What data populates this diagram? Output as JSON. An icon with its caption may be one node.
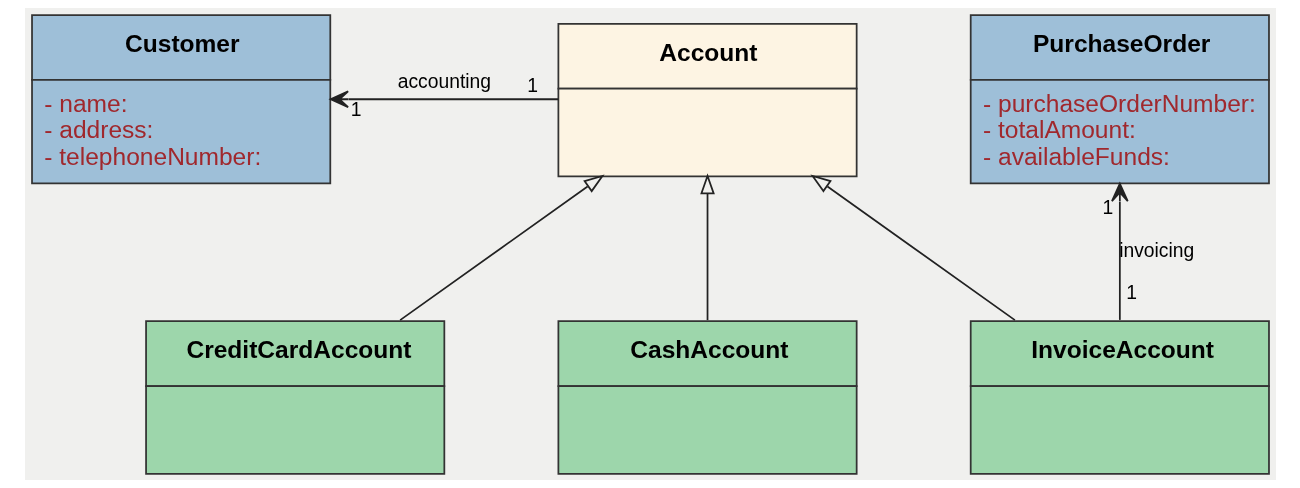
{
  "diagram": {
    "nodes": [
      {
        "text": [
          "Customer",
          "- name:",
          "- address:",
          "- telephoneNumber:"
        ]
      },
      {
        "text": [
          "Account"
        ]
      },
      {
        "text": [
          "PurchaseOrder",
          "- purchaseOrderNumber:",
          "- totalAmount:",
          "- availableFunds:"
        ]
      },
      {
        "text": [
          "CreditCardAccount"
        ]
      },
      {
        "text": [
          "CashAccount"
        ]
      },
      {
        "text": [
          "InvoiceAccount"
        ]
      }
    ],
    "edges": [
      {
        "from": 1,
        "to": 0,
        "arrow": "to",
        "label": "accounting"
      },
      {
        "from": 3,
        "to": 1,
        "arrow": "to"
      },
      {
        "from": 4,
        "to": 1,
        "arrow": "to"
      },
      {
        "from": 5,
        "to": 1,
        "arrow": "to"
      },
      {
        "from": 5,
        "to": 2,
        "arrow": "to",
        "label": "invoicing"
      }
    ],
    "labels": [
      "1",
      "1",
      "1",
      "1"
    ]
  }
}
